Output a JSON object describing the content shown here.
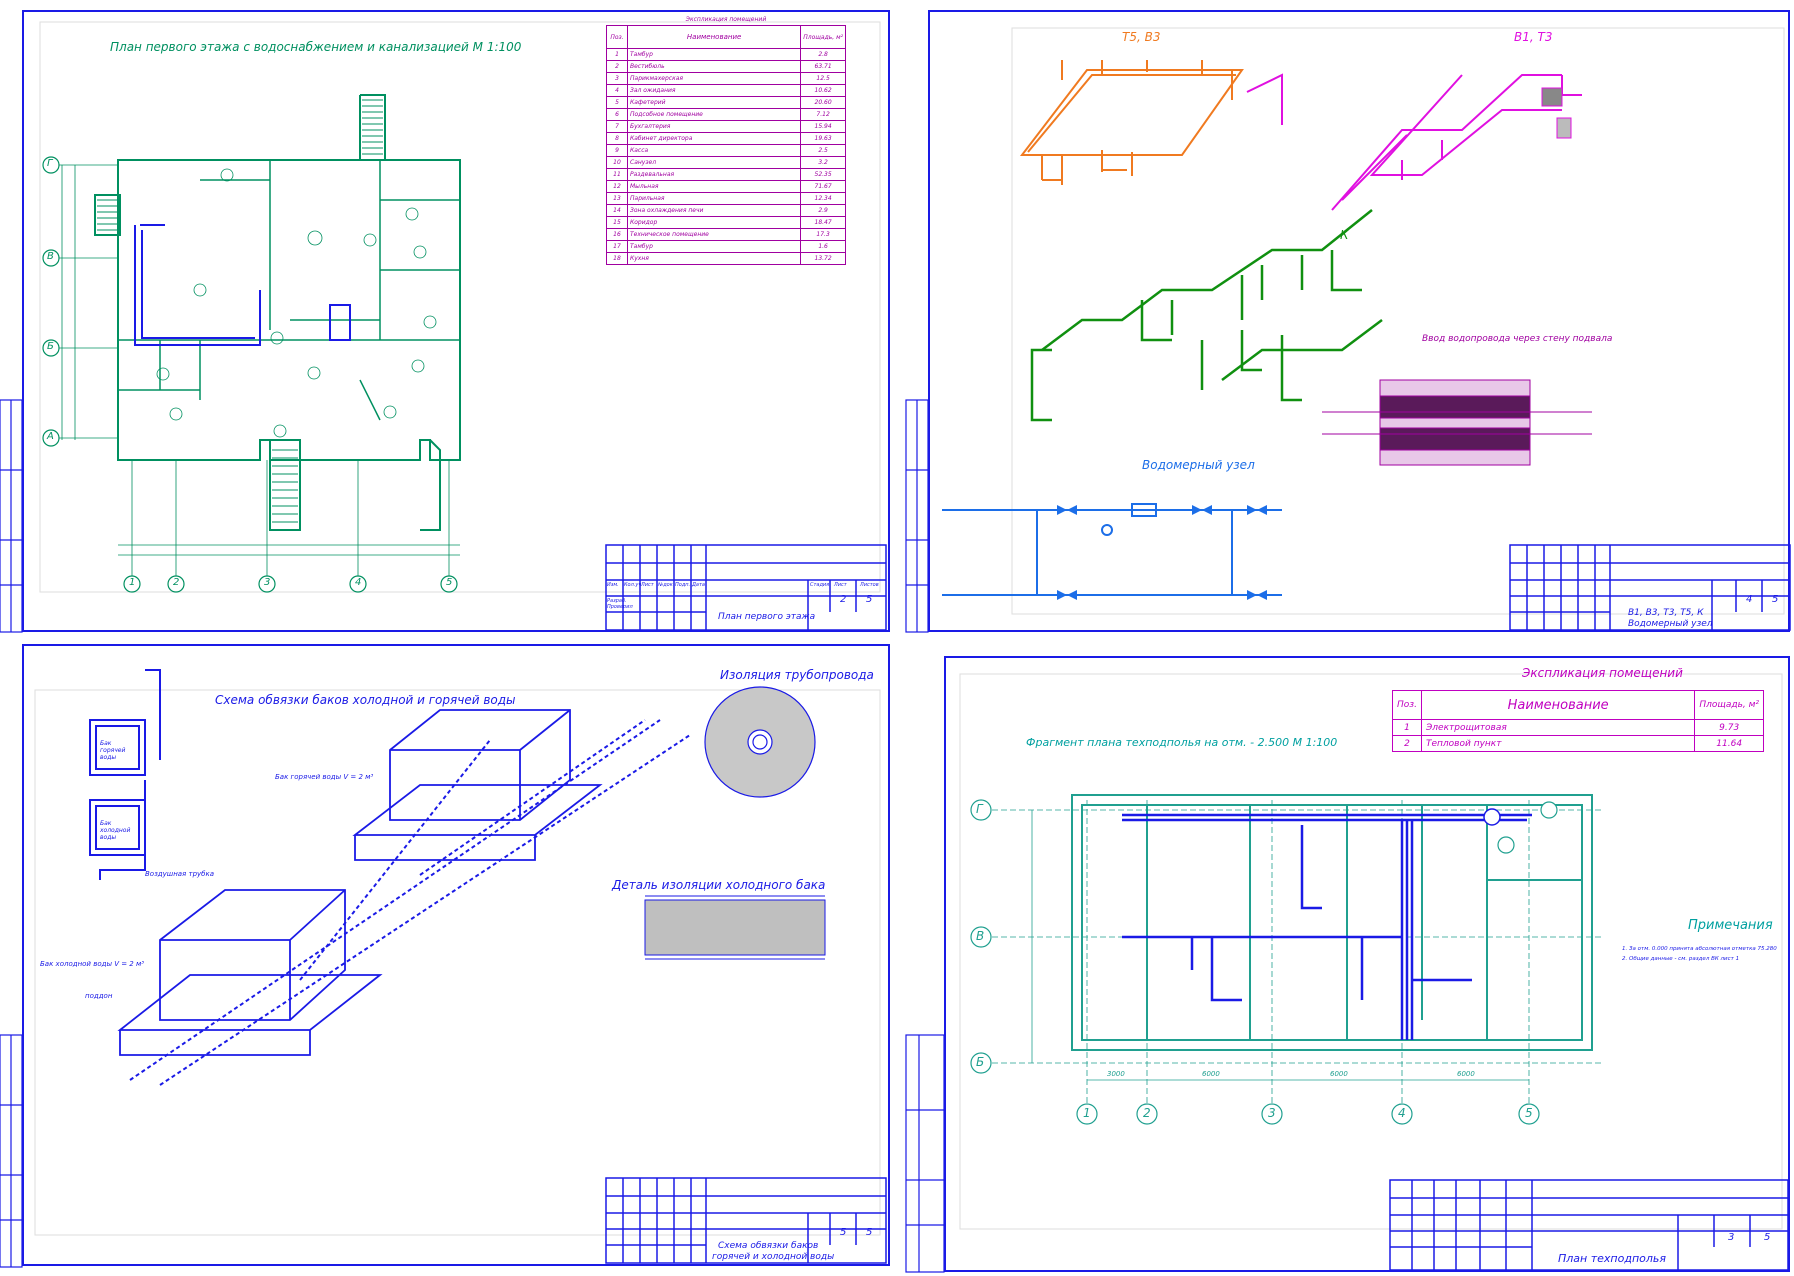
{
  "colors": {
    "frame": "#1a1ae6",
    "plan": "#009060",
    "explication": "#a000a0",
    "hot_water": "#f07a20",
    "cold_water": "#e010e0",
    "sewer": "#109010",
    "water_meter": "#1c6ee8",
    "cyan": "#00a0a0"
  },
  "sheet1": {
    "title": "План первого этажа с водоснабжением и канализацией  М 1:100",
    "explication": {
      "title": "Экспликация помещений",
      "headers": [
        "Поз.",
        "Наименование",
        "Площадь, м²"
      ],
      "rows": [
        [
          "1",
          "Тамбур",
          "2.8"
        ],
        [
          "2",
          "Вестибюль",
          "63.71"
        ],
        [
          "3",
          "Парикмахерская",
          "12.5"
        ],
        [
          "4",
          "Зал ожидания",
          "10.62"
        ],
        [
          "5",
          "Кафетерий",
          "20.60"
        ],
        [
          "6",
          "Подсобное помещение",
          "7.12"
        ],
        [
          "7",
          "Бухгалтерия",
          "15.94"
        ],
        [
          "8",
          "Кабинет директора",
          "19.63"
        ],
        [
          "9",
          "Касса",
          "2.5"
        ],
        [
          "10",
          "Санузел",
          "3.2"
        ],
        [
          "11",
          "Раздевальная",
          "52.35"
        ],
        [
          "12",
          "Мыльная",
          "71.67"
        ],
        [
          "13",
          "Парильная",
          "12.34"
        ],
        [
          "14",
          "Зона охлаждения печи",
          "2.9"
        ],
        [
          "15",
          "Коридор",
          "18.47"
        ],
        [
          "16",
          "Техническое помещение",
          "17.3"
        ],
        [
          "17",
          "Тамбур",
          "1.6"
        ],
        [
          "18",
          "Кухня",
          "13.72"
        ]
      ]
    },
    "axes_letters": [
      "Г",
      "В",
      "Б",
      "А"
    ],
    "axes_numbers": [
      "1",
      "2",
      "3",
      "4",
      "5"
    ],
    "stamp_headers": [
      "Изм.",
      "Кол.уч",
      "Лист",
      "№док",
      "Подп.",
      "Дата"
    ],
    "stamp_rows": [
      "Разраб.",
      "Проверил"
    ],
    "stamp_col": [
      "Стадия",
      "Лист",
      "Листов"
    ],
    "sheet_no": "2",
    "sheets_total": "5",
    "sheet_name": "План первого этажа"
  },
  "sheet2": {
    "label_t5_v3": "Т5, В3",
    "label_v1_t3": "В1, Т3",
    "label_k": "К",
    "label_meter": "Водомерный узел",
    "label_wall_entry": "Ввод водопровода через стену подвала",
    "sheet_no": "4",
    "sheets_total": "5",
    "sheet_name_1": "В1, В3, Т3, Т5, К",
    "sheet_name_2": "Водомерный узел"
  },
  "sheet3": {
    "title": "Схема обвязки баков холодной и горячей воды",
    "label_insulation": "Изоляция трубопровода",
    "label_cold_detail": "Деталь изоляции холодного бака",
    "label_hot_tank": "Бак горячей воды",
    "label_cold_tank": "Бак холодной воды",
    "label_hot_tank_v": "Бак горячей воды V = 2 м³",
    "label_cold_tank_v": "Бак холодной воды V = 2 м³",
    "label_air_pipe": "Воздушная трубка",
    "label_pallet": "поддон",
    "sheet_no": "5",
    "sheets_total": "5",
    "sheet_name_1": "Схема обвязки баков",
    "sheet_name_2": "горячей и холодной воды"
  },
  "sheet4": {
    "title": "Фрагмент плана техподполья на отм. - 2.500 М 1:100",
    "explication_title": "Экспликация помещений",
    "explication_headers": [
      "Поз.",
      "Наименование",
      "Площадь, м²"
    ],
    "explication_rows": [
      [
        "1",
        "Электрощитовая",
        "9.73"
      ],
      [
        "2",
        "Тепловой пункт",
        "11.64"
      ]
    ],
    "notes_title": "Примечания",
    "notes": [
      "1. За отм. 0.000 принята абсолютная отметка 75.280",
      "2. Общие данные - см. раздел ВК лист 1"
    ],
    "axes_letters": [
      "Г",
      "В",
      "Б"
    ],
    "axes_numbers": [
      "1",
      "2",
      "3",
      "4",
      "5"
    ],
    "dims": [
      "3000",
      "6000",
      "6000",
      "6000"
    ],
    "sheet_no": "3",
    "sheets_total": "5",
    "sheet_name": "План техподполья"
  }
}
